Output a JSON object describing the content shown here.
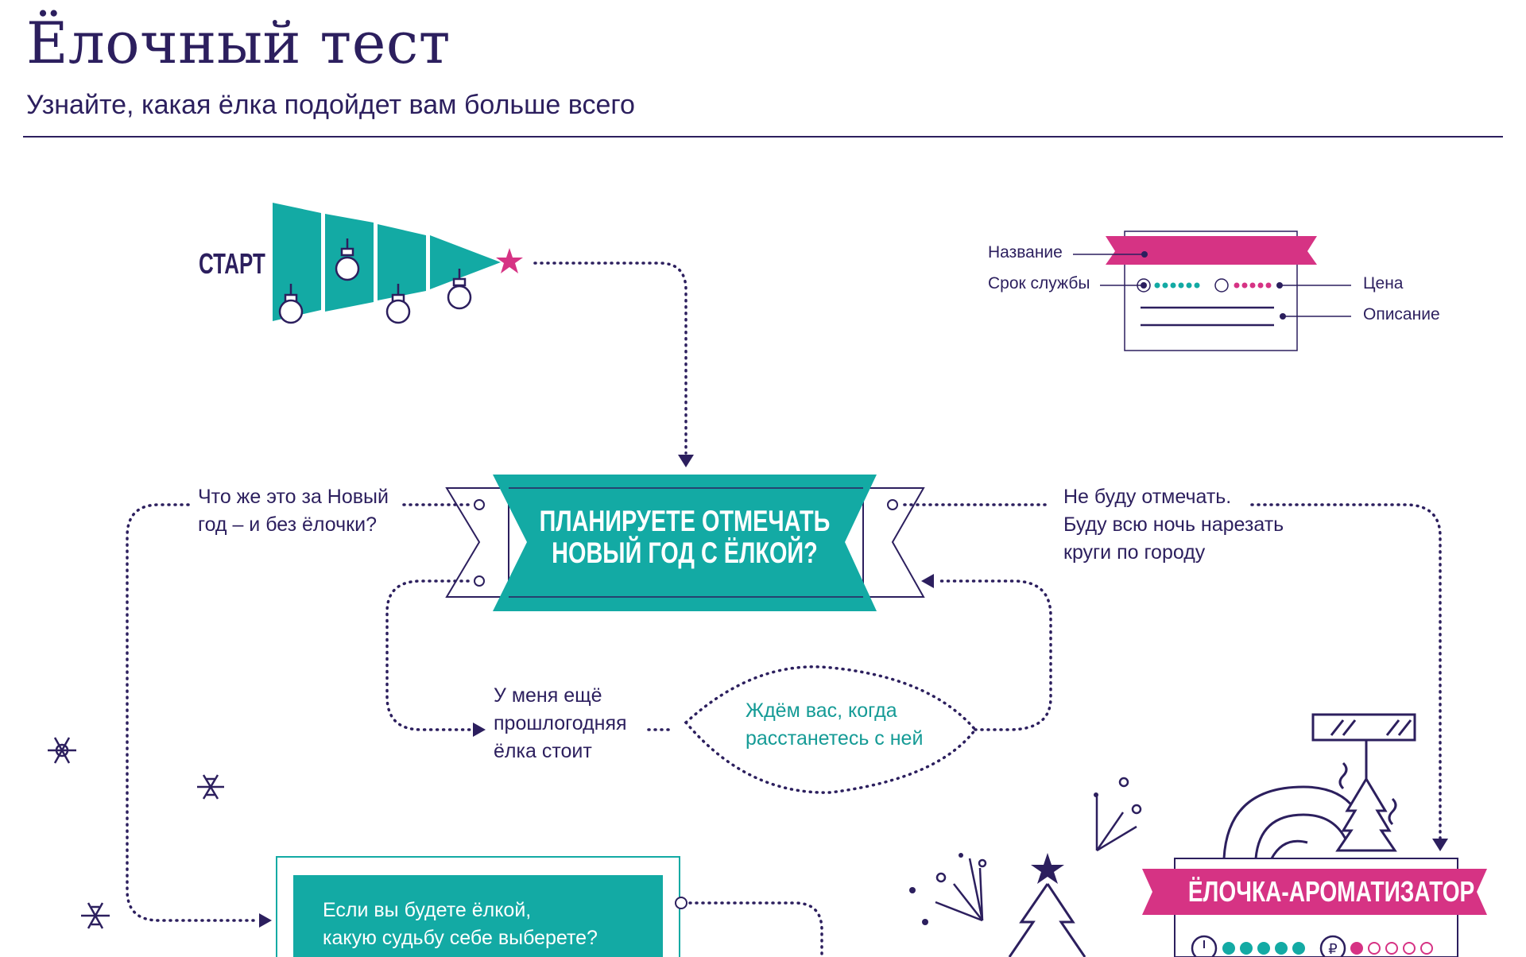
{
  "header": {
    "title": "Ёлочный тест",
    "subtitle": "Узнайте, какая ёлка подойдет вам больше всего"
  },
  "start": {
    "label": "СТАРТ"
  },
  "legend": {
    "name": "Название",
    "lifetime": "Срок службы",
    "price": "Цена",
    "description": "Описание"
  },
  "question_main": {
    "line1": "ПЛАНИРУЕТЕ ОТМЕЧАТЬ",
    "line2": "НОВЫЙ ГОД С ЁЛКОЙ?"
  },
  "answers": {
    "yes_left": {
      "line1": "Что же это за Новый",
      "line2": "год – и без ёлочки?"
    },
    "no_right": {
      "line1": "Не буду отмечать.",
      "line2": "Буду всю ночь нарезать",
      "line3": "круги по городу"
    },
    "old_tree": {
      "line1": "У меня ещё",
      "line2": "прошлогодняя",
      "line3": "ёлка стоит"
    },
    "wait": {
      "line1": "Ждём вас, когда",
      "line2": "расстанетесь с ней"
    }
  },
  "question_fate": {
    "line1": "Если вы будете ёлкой,",
    "line2": "какую судьбу себе выберете?"
  },
  "result_card": {
    "title": "ЁЛОЧКА-АРОМАТИЗАТОР",
    "lifetime_dots_filled": 5,
    "price_dots_filled": 1,
    "price_dots_total": 5
  },
  "colors": {
    "navy": "#2c1f5e",
    "teal": "#13aaa4",
    "pink": "#d63384"
  },
  "icons": [
    "star-icon",
    "ornament-icon",
    "snowflake-icon",
    "ruble-icon",
    "clock-icon",
    "fireworks-icon",
    "car-freshener-icon",
    "christmas-tree-icon"
  ]
}
